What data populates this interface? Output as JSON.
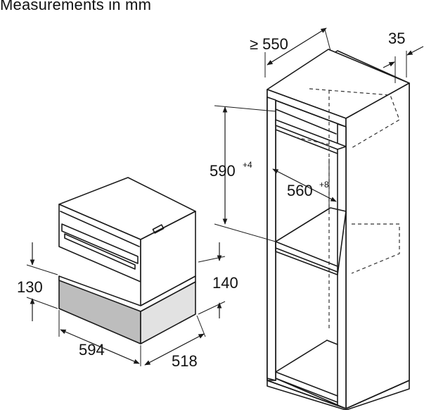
{
  "title": "Measurements in mm",
  "dimensions": {
    "cabinet_depth": "≥ 550",
    "side_clearance": "35",
    "niche_height": "590",
    "niche_height_tol": "+4",
    "niche_width": "560",
    "niche_width_tol": "+8",
    "drawer_height": "130",
    "total_height": "140",
    "appliance_width": "594",
    "appliance_depth": "518"
  }
}
